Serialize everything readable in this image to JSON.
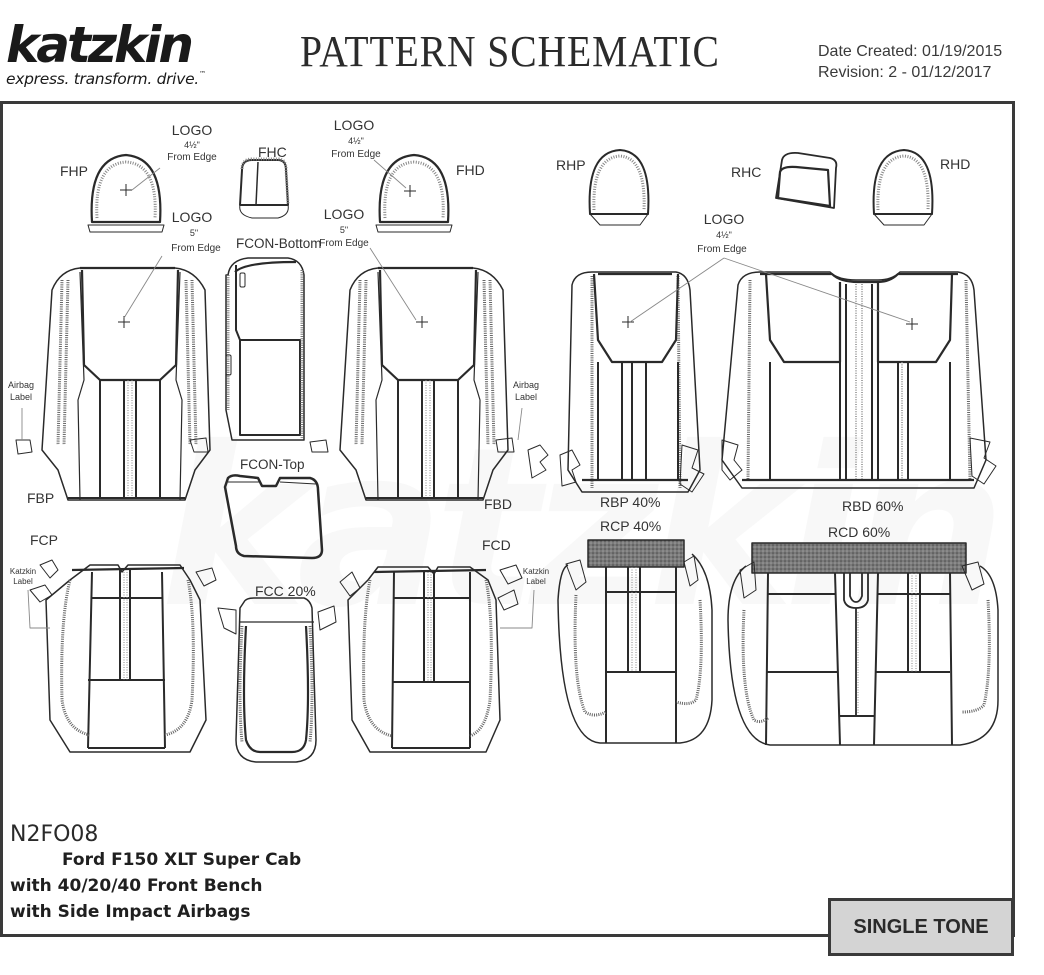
{
  "header": {
    "brand": "katzkin",
    "tagline": "express. transform. drive.",
    "tagline_tm": "™",
    "title": "PATTERN SCHEMATIC",
    "date_created": "Date Created: 01/19/2015",
    "revision": "Revision:  2 - 01/12/2017"
  },
  "pieces": {
    "fhp": "FHP",
    "fhc": "FHC",
    "fhd": "FHD",
    "rhp": "RHP",
    "rhc": "RHC",
    "rhd": "RHD",
    "fcon_bottom": "FCON-Bottom",
    "fcon_top": "FCON-Top",
    "fbp": "FBP",
    "fbd": "FBD",
    "fcp": "FCP",
    "fcd": "FCD",
    "fcc": "FCC 20%",
    "rbp": "RBP 40%",
    "rbd": "RBD 60%",
    "rcp": "RCP 40%",
    "rcd": "RCD 60%"
  },
  "annotations": {
    "logo_label": "LOGO",
    "logo_headrest_front_dist": "4½\"",
    "logo_back_front_dist": "5\"",
    "logo_rear_dist": "4½\"",
    "from_edge": "From Edge",
    "airbag": "Airbag",
    "label": "Label",
    "katzkin": "Katzkin"
  },
  "footer": {
    "pattern_code": "N2FO08",
    "vehicle_line1": "Ford F150 XLT Super Cab",
    "vehicle_line2": "with 40/20/40 Front Bench",
    "vehicle_line3": "with Side Impact Airbags",
    "tone": "SINGLE TONE"
  },
  "colors": {
    "line": "#2a2a2a",
    "stitch": "#8a8a8a",
    "textured_panel": "#6a6a6a",
    "tone_box_bg": "#d4d4d4",
    "frame": "#3a3a3a"
  }
}
